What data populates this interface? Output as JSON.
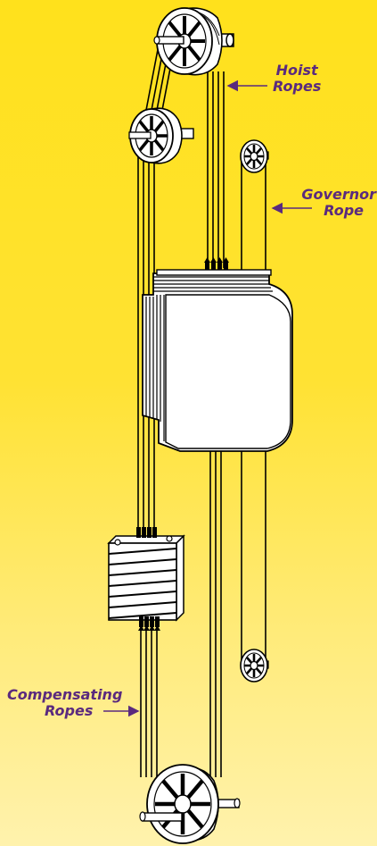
{
  "labels": {
    "hoist": [
      "Hoist",
      "Ropes"
    ],
    "governor": [
      "Governor",
      "Rope"
    ],
    "compensating": [
      "Compensating",
      "Ropes"
    ]
  },
  "colors": {
    "background_top": "#ffe11c",
    "background_bottom": "#fff2ad",
    "label_text": "#5a2a7e",
    "line": "#000000",
    "fill": "#ffffff"
  }
}
